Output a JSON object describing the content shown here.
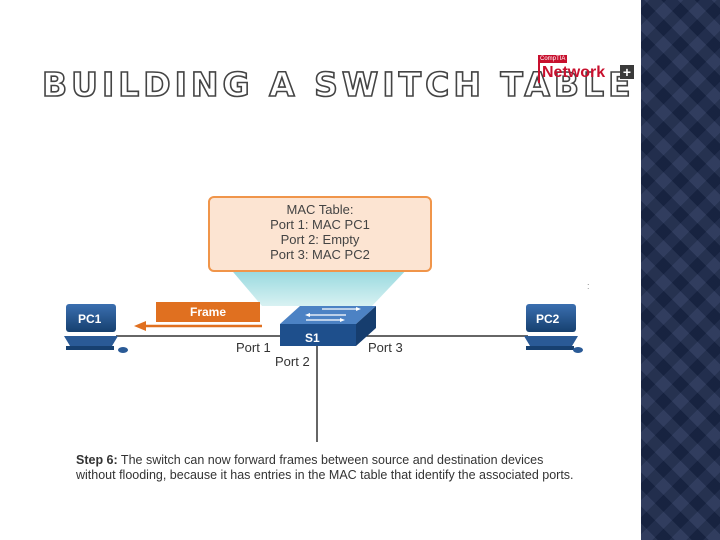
{
  "slide": {
    "title": "BUILDING A SWITCH TABLE",
    "logo": {
      "top_text": "CompTIA",
      "main_text": "Network",
      "plus": "+"
    }
  },
  "diagram": {
    "mac_table": {
      "heading": "MAC Table:",
      "entries": [
        "Port 1: MAC PC1",
        "Port 2: Empty",
        "Port 3: MAC PC2"
      ]
    },
    "frame_label": "Frame",
    "pc1_label": "PC1",
    "pc2_label": "PC2",
    "switch_label": "S1",
    "ports": {
      "port1": "Port 1",
      "port2": "Port 2",
      "port3": "Port 3"
    },
    "stray_mark": ":"
  },
  "caption": {
    "step": "Step 6:",
    "text": " The switch can now forward frames between source and destination devices without flooding, because it has entries in the MAC table that identify the associated ports."
  },
  "colors": {
    "accent_orange": "#f0954a",
    "frame_orange": "#e07020",
    "device_blue": "#1e4f8c"
  }
}
